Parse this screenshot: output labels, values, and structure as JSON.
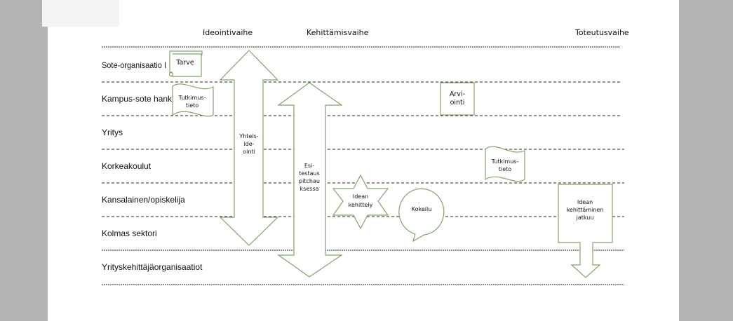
{
  "phases": [
    "Ideointivaihe",
    "Kehittämisvaihe",
    "Toteutusvaihe"
  ],
  "lanes": [
    "Sote-organisaatio I",
    "Kampus-sote hanke",
    "Yritys",
    "Korkeakoulut",
    "Kansalainen/opiskelija",
    "Kolmas sektori",
    "Yrityskehittäjäorganisaatiot"
  ],
  "shapes": {
    "tarve": "Tarve",
    "tutkimustieto1": [
      "Tutkimus-",
      "tieto"
    ],
    "yhteisideointi": [
      "Yhteis-",
      "ide-",
      "ointi"
    ],
    "esitestaus": [
      "Esi-",
      "testaus",
      "pitchau",
      "ksessa"
    ],
    "idean_kehittely": [
      "Idean",
      "kehittely"
    ],
    "kokeilu": "Kokeilu",
    "arviointi": [
      "Arvi-",
      "ointi"
    ],
    "tutkimustieto2": [
      "Tutkimus-",
      "tieto"
    ],
    "jatkuu": [
      "Idean",
      "kehittäminen",
      "jatkuu"
    ]
  },
  "colors": {
    "stroke": "#7fa46a",
    "background": "#b4b4b4"
  }
}
